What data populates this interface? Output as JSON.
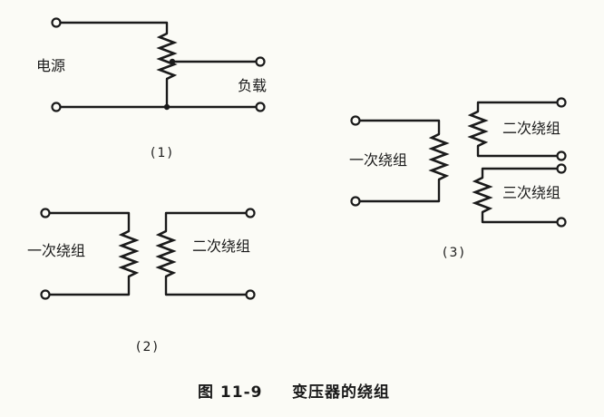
{
  "figure": {
    "caption_number": "图 11-9",
    "caption_title": "变压器的绕组"
  },
  "panel1": {
    "label": "(1)",
    "source_label": "电源",
    "load_label": "负载"
  },
  "panel2": {
    "label": "(2)",
    "primary_label": "一次绕组",
    "secondary_label": "二次绕组"
  },
  "panel3": {
    "label": "(3)",
    "primary_label": "一次绕组",
    "secondary_label": "二次绕组",
    "tertiary_label": "三次绕组"
  }
}
